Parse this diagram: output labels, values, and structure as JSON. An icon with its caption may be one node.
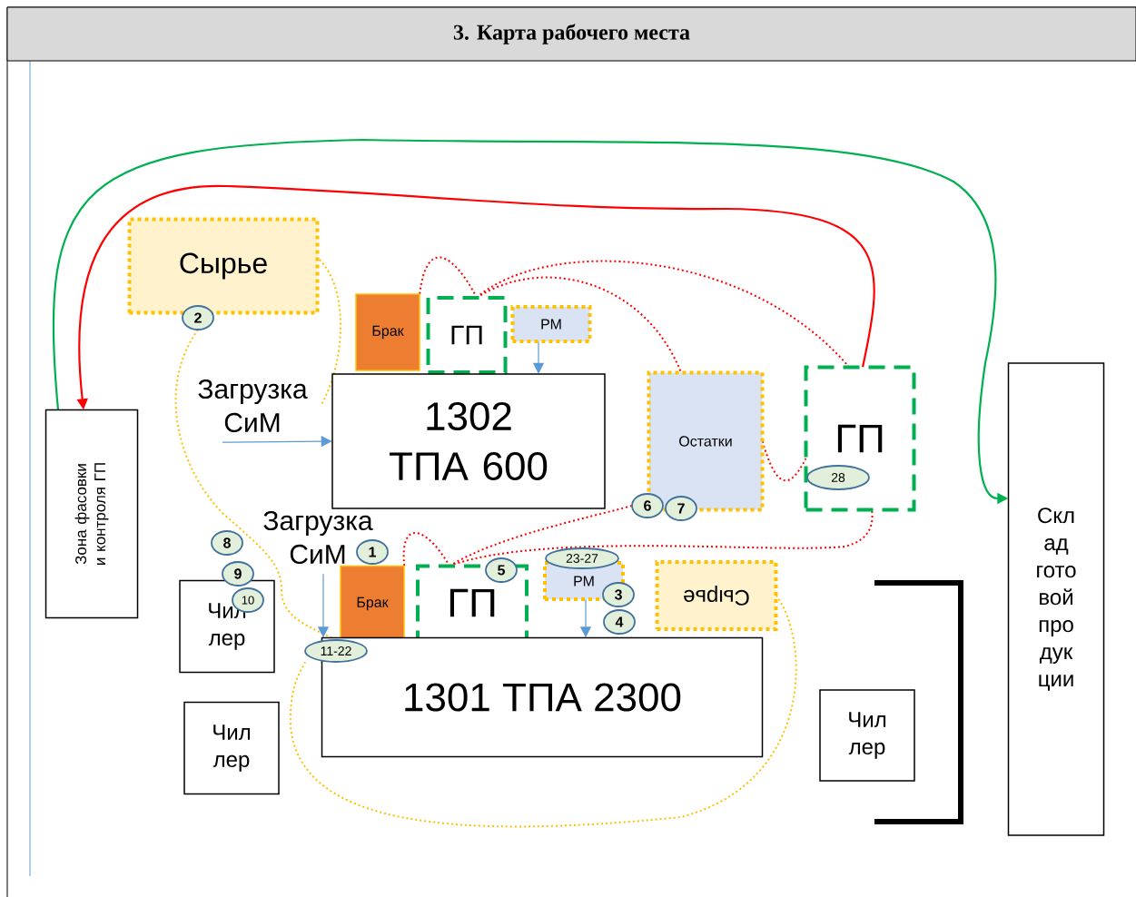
{
  "diagram": {
    "title": "3. Карта рабочего места",
    "nodes": [
      {
        "text": [
          "Сырье"
        ]
      },
      {
        "text": [
          "Брак"
        ]
      },
      {
        "text": [
          "ГП"
        ]
      },
      {
        "text": [
          "РМ"
        ]
      },
      {
        "text": [
          "1302 ТПА 600"
        ]
      },
      {
        "text": [
          "Загрузка СиМ"
        ]
      },
      {
        "text": [
          "Остатки"
        ]
      },
      {
        "text": [
          "ГП"
        ]
      },
      {
        "text": [
          "Зона фасовки и контроля ГП"
        ]
      },
      {
        "text": [
          "Скл ад гото вой про дук ции"
        ]
      },
      {
        "text": [
          "Загрузка СиМ"
        ]
      },
      {
        "text": [
          "Брак"
        ]
      },
      {
        "text": [
          "ГП"
        ]
      },
      {
        "text": [
          "РМ"
        ]
      },
      {
        "text": [
          "Сырье"
        ]
      },
      {
        "text": [
          "1301 ТПА 2300"
        ]
      },
      {
        "text": [
          "Чил лер"
        ]
      },
      {
        "text": [
          "Чил лер"
        ]
      },
      {
        "text": [
          "Чил лер"
        ]
      },
      {
        "text": [
          "2"
        ]
      },
      {
        "text": [
          "8"
        ]
      },
      {
        "text": [
          "1"
        ]
      },
      {
        "text": [
          "9"
        ]
      },
      {
        "text": [
          "10"
        ],
        "in": 16
      },
      {
        "text": [
          "11-22"
        ]
      },
      {
        "text": [
          "5"
        ]
      },
      {
        "text": [
          "23-27"
        ]
      },
      {
        "text": [
          "3"
        ]
      },
      {
        "text": [
          "4"
        ]
      },
      {
        "text": [
          "6"
        ]
      },
      {
        "text": [
          "7"
        ]
      },
      {
        "text": [
          "28"
        ],
        "in": 7
      }
    ],
    "edges": [
      {
        "from": 8,
        "to": 9,
        "arrow": "to",
        "color": "#00b050"
      },
      {
        "from": 7,
        "to": 8,
        "arrow": "to",
        "color": "#ff0000"
      },
      {
        "from": 0,
        "to": 5,
        "arrow": "none",
        "style": "dashed",
        "color": "#ffc000"
      },
      {
        "from": 19,
        "to": 24,
        "arrow": "none",
        "style": "dashed",
        "color": "#ffc000"
      },
      {
        "from": 14,
        "to": 24,
        "arrow": "none",
        "style": "dashed",
        "color": "#ffc000"
      },
      {
        "from": 1,
        "to": 2,
        "arrow": "none",
        "style": "dashed",
        "color": "#ff0000"
      },
      {
        "from": 2,
        "to": 6,
        "arrow": "none",
        "style": "dashed",
        "color": "#ff0000"
      },
      {
        "from": 2,
        "to": 7,
        "arrow": "none",
        "style": "dashed",
        "color": "#ff0000"
      },
      {
        "from": 6,
        "to": 7,
        "arrow": "none",
        "style": "dashed",
        "color": "#ff0000"
      },
      {
        "from": 11,
        "to": 12,
        "arrow": "none",
        "style": "dashed",
        "color": "#ff0000"
      },
      {
        "from": 12,
        "to": 29,
        "arrow": "none",
        "style": "dashed",
        "color": "#ff0000"
      },
      {
        "from": 12,
        "to": 7,
        "arrow": "none",
        "style": "dashed",
        "color": "#ff0000"
      },
      {
        "from": 5,
        "to": 4,
        "arrow": "to",
        "color": "#5b9bd5"
      },
      {
        "from": 3,
        "to": 4,
        "arrow": "to",
        "color": "#5b9bd5"
      },
      {
        "from": 13,
        "to": 15,
        "arrow": "to",
        "color": "#5b9bd5"
      },
      {
        "from": 10,
        "to": 15,
        "arrow": "to",
        "color": "#5b9bd5"
      }
    ]
  }
}
